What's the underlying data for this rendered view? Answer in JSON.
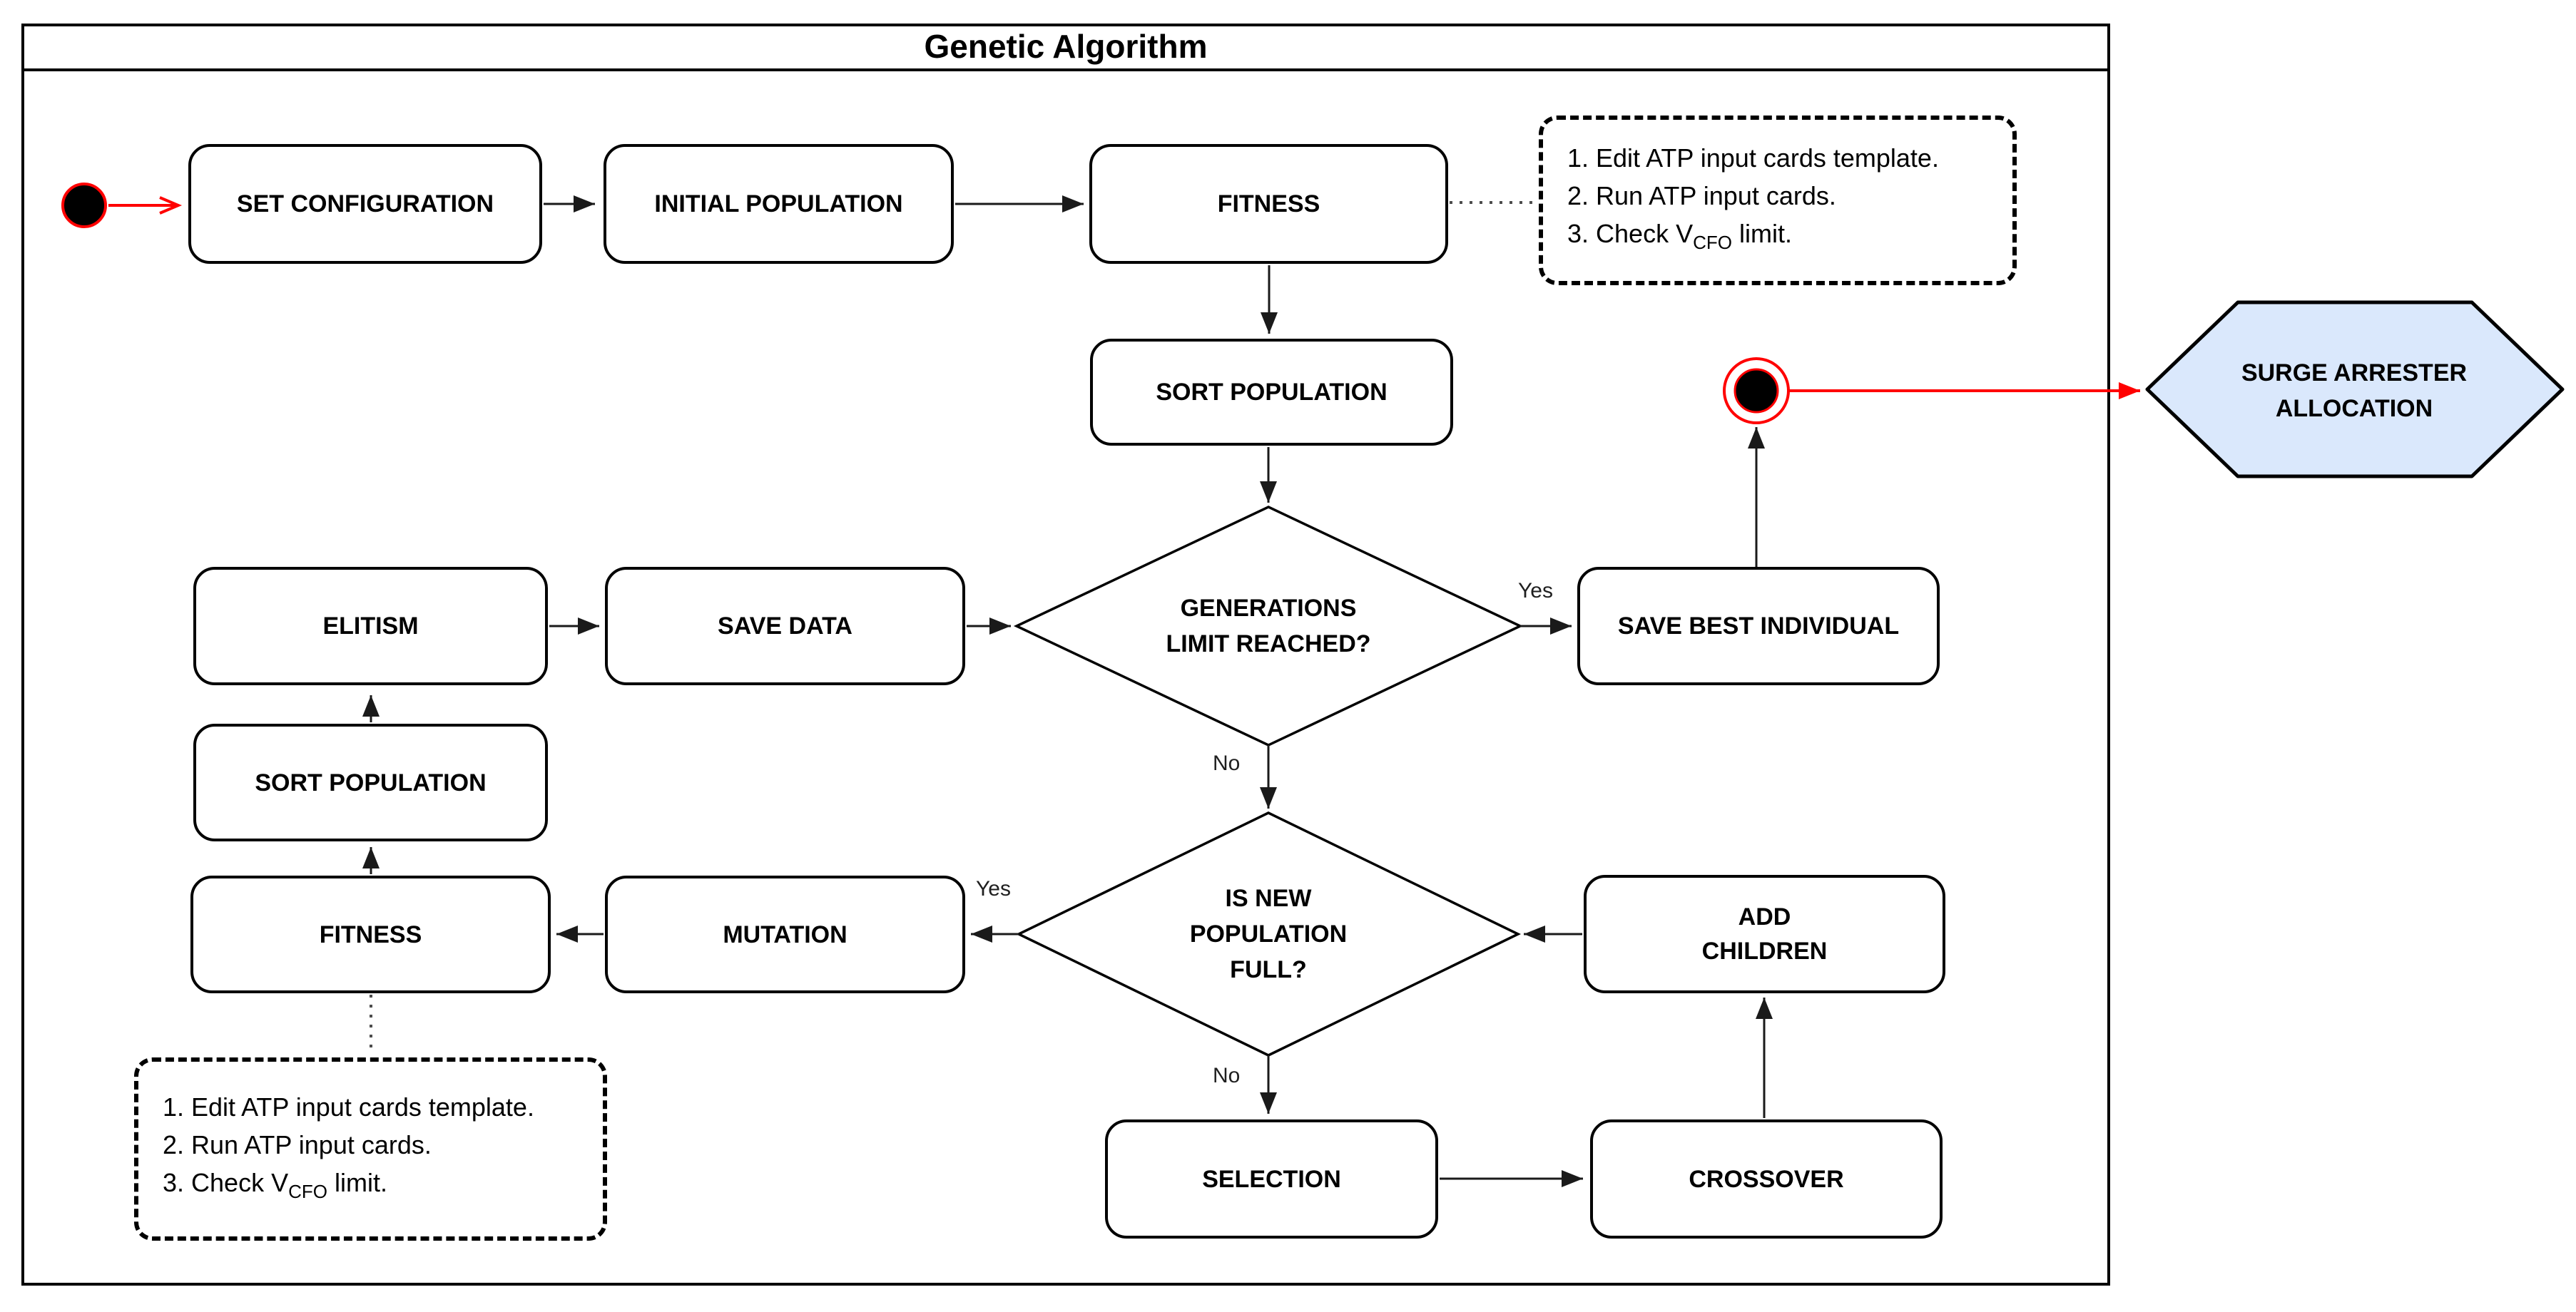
{
  "title": "Genetic Algorithm",
  "colors": {
    "flow_accent_red": "#ff0000",
    "terminator_fill": "#dae8fc",
    "line": "#000000",
    "note_connector": "#4d4d4d"
  },
  "nodes": {
    "set_configuration": "SET CONFIGURATION",
    "initial_population": "INITIAL POPULATION",
    "fitness_top": "FITNESS",
    "sort_population_top": "SORT POPULATION",
    "save_best_individual": "SAVE BEST INDIVIDUAL",
    "elitism": "ELITISM",
    "save_data": "SAVE DATA",
    "sort_population_left": "SORT POPULATION",
    "fitness_left": "FITNESS",
    "mutation": "MUTATION",
    "add_children": {
      "lines": [
        "ADD",
        "CHILDREN"
      ]
    },
    "selection": "SELECTION",
    "crossover": "CROSSOVER"
  },
  "decisions": {
    "generations_limit": {
      "lines": [
        "GENERATIONS",
        "LIMIT REACHED?"
      ]
    },
    "new_population_full": {
      "lines": [
        "IS NEW",
        "POPULATION",
        "FULL?"
      ]
    }
  },
  "terminator": {
    "lines": [
      "SURGE ARRESTER",
      "ALLOCATION"
    ]
  },
  "labels": {
    "yes": "Yes",
    "no": "No"
  },
  "notes": {
    "atp_steps": {
      "line1": "1. Edit ATP input cards template.",
      "line2": "2. Run ATP input cards.",
      "line3_prefix": "3. Check V",
      "line3_sub": "CFO",
      "line3_suffix": " limit."
    }
  }
}
